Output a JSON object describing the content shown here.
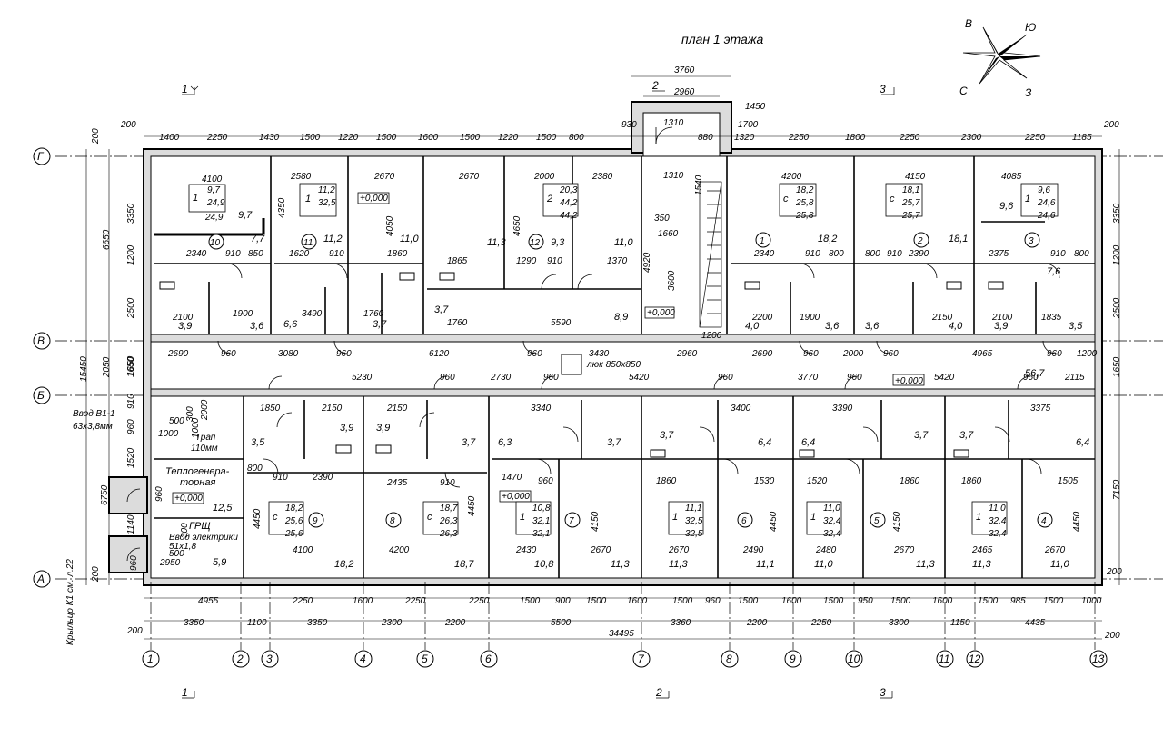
{
  "title": "план 1 этажа",
  "compass": {
    "n": "В",
    "ne": "Ю",
    "sw": "С",
    "se": "З"
  },
  "axes_letters": [
    "Г",
    "В",
    "Б",
    "А"
  ],
  "axes_numbers": [
    "1",
    "2",
    "3",
    "4",
    "5",
    "6",
    "7",
    "8",
    "9",
    "10",
    "11",
    "12",
    "13"
  ],
  "section_marks": {
    "s1": "1",
    "s2": "2",
    "s3": "3"
  },
  "top_dims": [
    "200",
    "1400",
    "2250",
    "1430",
    "1500",
    "1220",
    "1500",
    "1600",
    "1500",
    "1220",
    "1500",
    "800",
    "930",
    "1310",
    "880",
    "1320",
    "1700",
    "2250",
    "1800",
    "2250",
    "2300",
    "2250",
    "1185",
    "200"
  ],
  "porch_dims": {
    "w1": "3760",
    "w2": "2960",
    "d1": "1450",
    "d2": "1700"
  },
  "bottom_dims1": [
    "4955",
    "2250",
    "1600",
    "2250",
    "2250",
    "1500",
    "900",
    "1500",
    "1600",
    "1500",
    "960",
    "1500",
    "1600",
    "1500",
    "950",
    "1500",
    "1600",
    "1500",
    "985",
    "1500",
    "1000"
  ],
  "bottom_dims2": [
    "200",
    "3350",
    "1100",
    "3350",
    "2300",
    "2200",
    "5500",
    "3360",
    "2200",
    "2250",
    "3300",
    "1150",
    "4435",
    "200"
  ],
  "total_dim": "34495",
  "left_dims": [
    "200",
    "3350",
    "6650",
    "1200",
    "2500",
    "15450",
    "2050",
    "1650",
    "910",
    "960",
    "1520",
    "6750",
    "1140",
    "960",
    "200"
  ],
  "right_dims": [
    "3350",
    "1200",
    "2500",
    "1650",
    "7150",
    "200"
  ],
  "corridor": {
    "dims": [
      "2690",
      "960",
      "3080",
      "960",
      "6120",
      "960",
      "3430",
      "2960",
      "2690",
      "960",
      "2000",
      "960",
      "4965",
      "960",
      "1200"
    ],
    "hatch": "люк 850х850",
    "dims2": [
      "1650",
      "5230",
      "960",
      "2730",
      "960",
      "5420",
      "960",
      "3770",
      "960",
      "5420",
      "960",
      "2115"
    ],
    "area": "56,7",
    "level": "+0,000"
  },
  "rooms_top": [
    {
      "num": "10",
      "w": "4100",
      "area": "24,9",
      "area2": "9,7",
      "area3": "7,7",
      "tag": "1",
      "tag_a": "9,7",
      "tag_b": "24,9",
      "wc1": "3,9",
      "wc2": "3,6",
      "d1": "2340",
      "d2": "910",
      "d3": "850",
      "d4": "2100",
      "d5": "1900"
    },
    {
      "num": "11",
      "w": "2580",
      "area": "32,5",
      "area2": "11,2",
      "tag": "1",
      "tag_a": "11,2",
      "tag_b": "32,5",
      "wc1": "6,6",
      "d1": "1620",
      "d2": "910",
      "d3": "3490",
      "d4": "4350"
    },
    {
      "num": "",
      "w": "2670",
      "area": "11,0",
      "wc1": "3,7",
      "d1": "1860",
      "d2": "1760",
      "d3": "4050",
      "level": "+0,000"
    },
    {
      "num": "",
      "w": "2670",
      "area": "11,3",
      "wc1": "3,7",
      "d1": "1865",
      "d2": "1760"
    },
    {
      "num": "12",
      "w": "2000",
      "area": "9,3",
      "tag": "2",
      "tag_a": "20,3",
      "tag_b": "44,2",
      "area3": "44,2",
      "d1": "1290",
      "d2": "910",
      "d3": "4650"
    },
    {
      "num": "",
      "w": "2380",
      "area": "11,0",
      "area2": "8,9",
      "d1": "1370",
      "d2": "5590"
    },
    {
      "num": "1",
      "w": "4200",
      "area": "18,2",
      "tag": "с",
      "tag_a": "18,2",
      "tag_b": "25,8",
      "area3": "25,8",
      "wc1": "4,0",
      "wc2": "3,6",
      "d1": "2340",
      "d2": "910",
      "d3": "800",
      "d4": "2200",
      "d5": "1900"
    },
    {
      "num": "2",
      "w": "4150",
      "area": "18,1",
      "tag": "с",
      "tag_a": "18,1",
      "tag_b": "25,7",
      "area3": "25,7",
      "wc1": "3,6",
      "wc2": "4,0",
      "d1": "2390",
      "d2": "910",
      "d3": "800",
      "d4": "2150"
    },
    {
      "num": "3",
      "w": "4085",
      "area": "9,6",
      "tag": "1",
      "tag_a": "9,6",
      "tag_b": "24,6",
      "area3": "24,6",
      "area2": "7,6",
      "wc1": "3,9",
      "wc2": "3,5",
      "d1": "2375",
      "d2": "910",
      "d3": "800",
      "d4": "2100",
      "d5": "1835"
    }
  ],
  "stair": {
    "w": "1310",
    "d1": "4920",
    "d2": "3600",
    "d3": "1660",
    "d4": "350",
    "d5": "1200",
    "d6": "1540",
    "level": "+0,000"
  },
  "rooms_bottom": [
    {
      "num": "9",
      "area": "18,2",
      "tag": "с",
      "tag_a": "18,2",
      "tag_b": "25,6",
      "area3": "25,6",
      "wc": "3,9",
      "wc2": "3,5",
      "w": "4100",
      "d1": "2150",
      "d2": "2390",
      "d3": "910",
      "h": "4450"
    },
    {
      "num": "8",
      "area": "18,7",
      "tag": "с",
      "tag_a": "18,7",
      "tag_b": "26,3",
      "area3": "26,3",
      "wc": "3,9",
      "wc2": "3,7",
      "w": "4200",
      "d1": "2150",
      "d2": "2435",
      "d3": "910",
      "h": "4450"
    },
    {
      "num": "7",
      "area": "10,8",
      "area2": "11,3",
      "tag": "1",
      "tag_a": "10,8",
      "tag_b": "32,1",
      "area3": "32,1",
      "wc": "6,3",
      "wc2": "3,7",
      "w": "2430",
      "w2": "2670",
      "d1": "3340",
      "d2": "1470",
      "d3": "960",
      "h": "4150",
      "level": "+0,000"
    },
    {
      "num": "6",
      "area": "11,1",
      "area2": "11,3",
      "tag": "1",
      "tag_a": "11,1",
      "tag_b": "32,5",
      "area3": "32,5",
      "wc": "6,4",
      "wc2": "3,7",
      "w": "2670",
      "w2": "2490",
      "d1": "3400",
      "d2": "1860",
      "d3": "1530",
      "h": "4450"
    },
    {
      "num": "5",
      "area": "11,0",
      "area2": "11,3",
      "tag": "1",
      "tag_a": "11,0",
      "tag_b": "32,4",
      "area3": "32,4",
      "wc": "6,4",
      "wc2": "3,7",
      "w": "2480",
      "w2": "2670",
      "d1": "3390",
      "d2": "1520",
      "d3": "1860",
      "h": "4150"
    },
    {
      "num": "4",
      "area": "11,0",
      "area2": "11,3",
      "tag": "1",
      "tag_a": "11,0",
      "tag_b": "32,4",
      "area3": "32,4",
      "wc": "6,4",
      "wc2": "3,7",
      "w": "2465",
      "w2": "2670",
      "d1": "3375",
      "d2": "1860",
      "d3": "1505",
      "h": "4450"
    }
  ],
  "boiler": {
    "name1": "Теплогенера-",
    "name2": "торная",
    "area": "12,5",
    "grsh": "ГРЩ",
    "grsh_area": "5,9",
    "w": "2950",
    "level": "+0,000",
    "vvod_v": "Ввод В1-1",
    "vvod_v_d": "63х3,8мм",
    "trap": "Трап",
    "trap_d": "110мм",
    "vvod_e": "Ввод электрики",
    "vvod_e_d": "51х1,8",
    "dims": [
      "1850",
      "1000",
      "500",
      "300",
      "2000",
      "1000",
      "960",
      "800",
      "500",
      "300"
    ]
  },
  "porch_note": "Крыльцо К1 см. л.22"
}
